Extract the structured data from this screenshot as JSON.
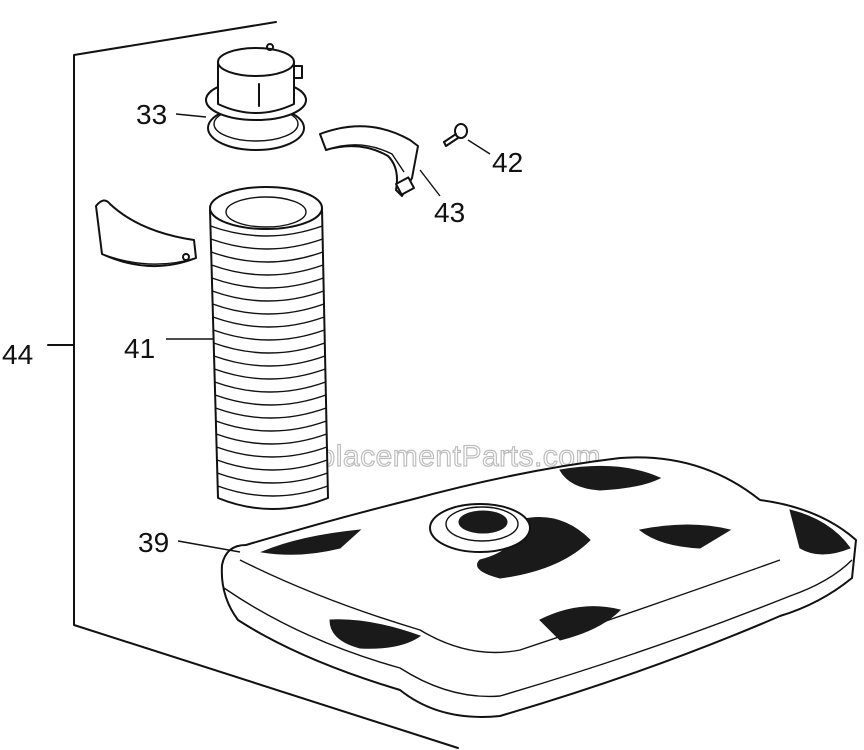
{
  "watermark": "eReplacementParts.com",
  "callouts": {
    "p33": "33",
    "p42": "42",
    "p43": "43",
    "p41": "41",
    "p44": "44",
    "p39": "39"
  }
}
